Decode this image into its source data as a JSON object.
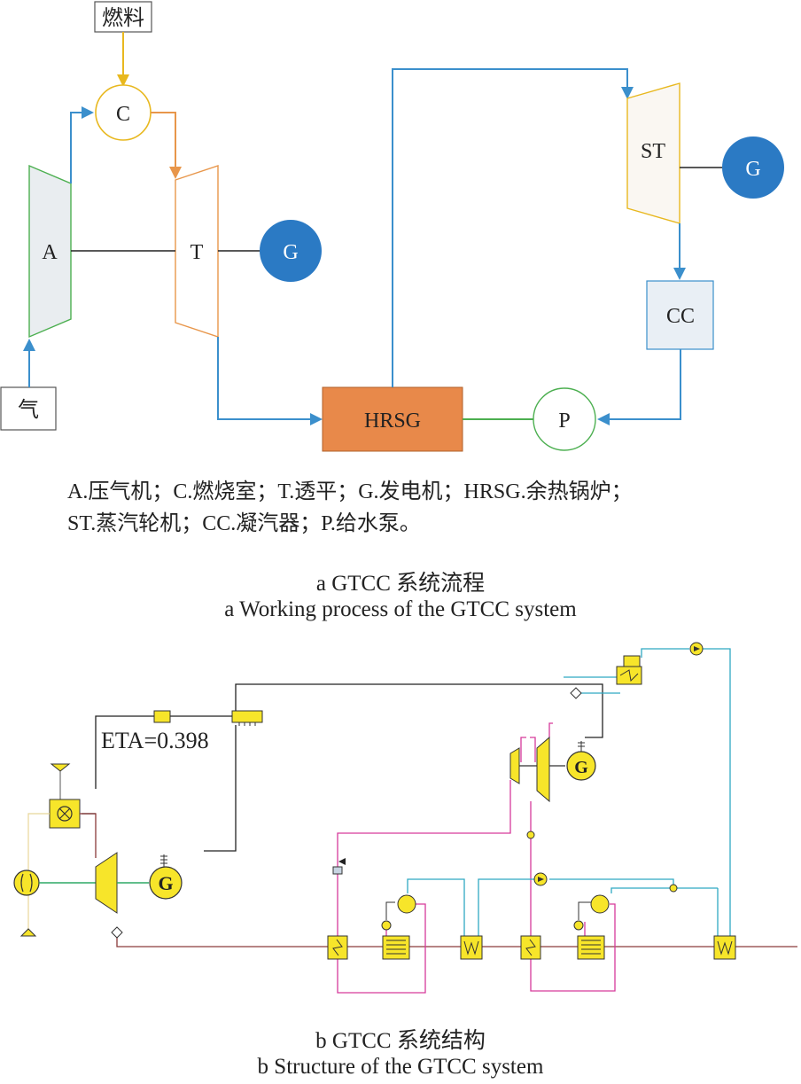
{
  "diagram_a": {
    "fuel_label": "燃料",
    "air_label": "气",
    "nodes": {
      "combustor": "C",
      "compressor": "A",
      "turbine": "T",
      "gt_generator": "G",
      "hrsg": "HRSG",
      "pump": "P",
      "steam_turbine": "ST",
      "st_generator": "G",
      "condenser": "CC"
    },
    "legend_line1": "A.压气机；C.燃烧室；T.透平；G.发电机；HRSG.余热锅炉；",
    "legend_line2": "ST.蒸汽轮机；CC.凝汽器；P.给水泵。",
    "caption_cn": "a  GTCC 系统流程",
    "caption_en": "a  Working process of the GTCC system"
  },
  "diagram_b": {
    "eta_label": "ETA=0.398",
    "gt_generator": "G",
    "st_generator": "G",
    "caption_cn": "b  GTCC 系统结构",
    "caption_en": "b  Structure of the GTCC system"
  },
  "colors": {
    "air_line": "#3b8fcc",
    "fuel_line": "#e8b81f",
    "hot_gas_line": "#e8964a",
    "steam_line": "#d63a9b",
    "water_line": "#2fa9c2",
    "exhaust_line": "#8a3a3a",
    "component_yellow": "#f7e52a",
    "generator_blue": "#2b7ac4",
    "hrsg_orange": "#e8894a"
  }
}
